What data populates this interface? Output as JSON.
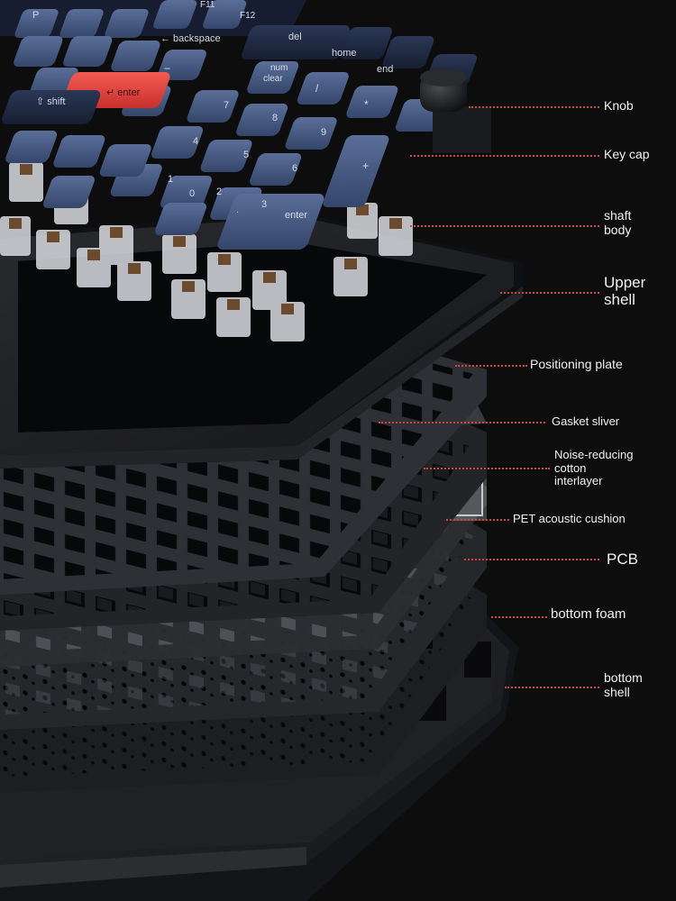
{
  "colors": {
    "background": "#0d0d0e",
    "keycap_blue": "#3a4d72",
    "keycap_blue_light": "#4f648e",
    "keycap_navy": "#1f2a44",
    "enter_red": "#e8423c",
    "leader_red": "#d0453d",
    "plate_dark": "#1b1c1f",
    "label_text": "#f2f2f2"
  },
  "keycaps": {
    "f11": "F11",
    "f12": "F12",
    "backspace": "← backspace",
    "del": "del",
    "home": "home",
    "end": "end",
    "num_clear": "num\nclear",
    "enter_red": "↵ enter",
    "shift": "⇧ shift",
    "p": "P",
    "numpad_enter": "enter",
    "numpad_plus": "+",
    "numpad_minus": "−",
    "numpad_star": "*",
    "numpad_slash": "/",
    "n7": "7",
    "n8": "8",
    "n9": "9",
    "n4": "4",
    "n5": "5",
    "n6": "6",
    "n1": "1",
    "n2": "2",
    "n3": "3",
    "n0": "0",
    "ndot": "."
  },
  "labels": {
    "knob": "Knob",
    "key_cap": "Key cap",
    "shaft_body": "shaft\nbody",
    "upper_shell": "Upper\nshell",
    "positioning_plate": "Positioning plate",
    "gasket_sliver": "Gasket sliver",
    "noise_cotton": "Noise-reducing\ncotton\ninterlayer",
    "pet_cushion": "PET acoustic cushion",
    "pcb": "PCB",
    "bottom_foam": "bottom foam",
    "bottom_shell": "bottom\nshell"
  }
}
